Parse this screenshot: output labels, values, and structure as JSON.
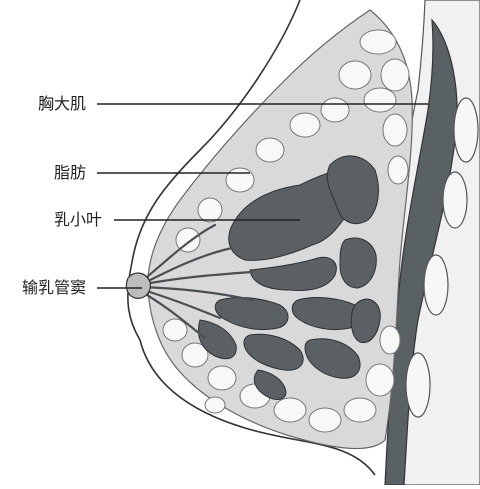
{
  "diagram": {
    "labels": [
      {
        "id": "pectoralis",
        "text": "胸大肌"
      },
      {
        "id": "fat",
        "text": "脂肪"
      },
      {
        "id": "lobule",
        "text": "乳小叶"
      },
      {
        "id": "sinus",
        "text": "输乳管窦"
      }
    ]
  }
}
